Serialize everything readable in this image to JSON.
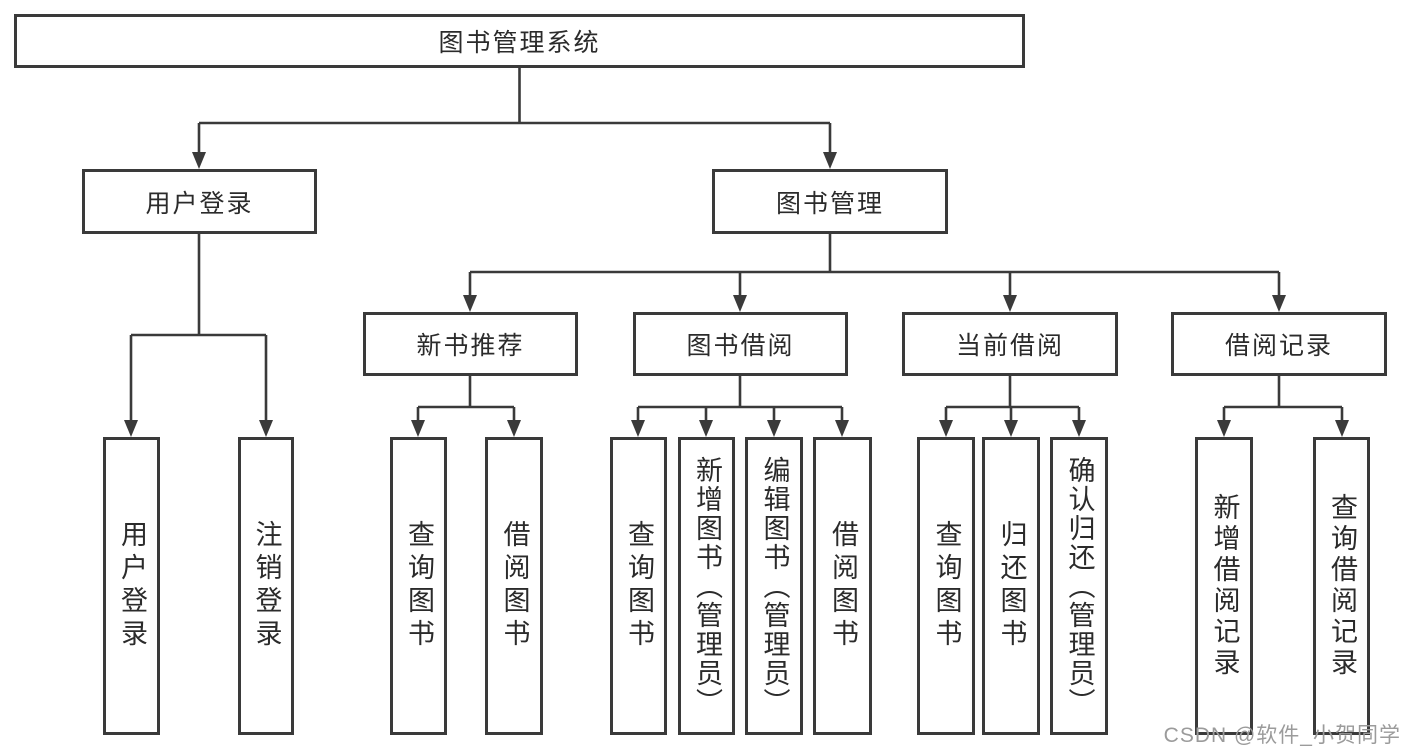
{
  "diagram": {
    "title": "图书管理系统",
    "user_login": {
      "label": "用户登录",
      "children": {
        "login": "用户登录",
        "logout": "注销登录"
      }
    },
    "book_management": {
      "label": "图书管理",
      "sections": {
        "new_book_recommend": {
          "label": "新书推荐",
          "children": {
            "query_books": "查询图书",
            "borrow_books": "借阅图书"
          }
        },
        "book_borrowing": {
          "label": "图书借阅",
          "children": {
            "query_books": "查询图书",
            "add_book_admin": "新增图书（管理员）",
            "edit_book_admin": "编辑图书（管理员）",
            "borrow_books": "借阅图书"
          }
        },
        "current_borrowing": {
          "label": "当前借阅",
          "children": {
            "query_books": "查询图书",
            "return_books": "归还图书",
            "confirm_return_admin": "确认归还（管理员）"
          }
        },
        "borrowing_records": {
          "label": "借阅记录",
          "children": {
            "add_record": "新增借阅记录",
            "query_record": "查询借阅记录"
          }
        }
      }
    }
  },
  "watermark": {
    "text": "CSDN @软件_小贺同学",
    "color": "#9b9b9b"
  },
  "colors": {
    "line": "#3a3a3a",
    "border": "#3a3a3a",
    "text": "#2b2b2b",
    "background": "#ffffff"
  }
}
